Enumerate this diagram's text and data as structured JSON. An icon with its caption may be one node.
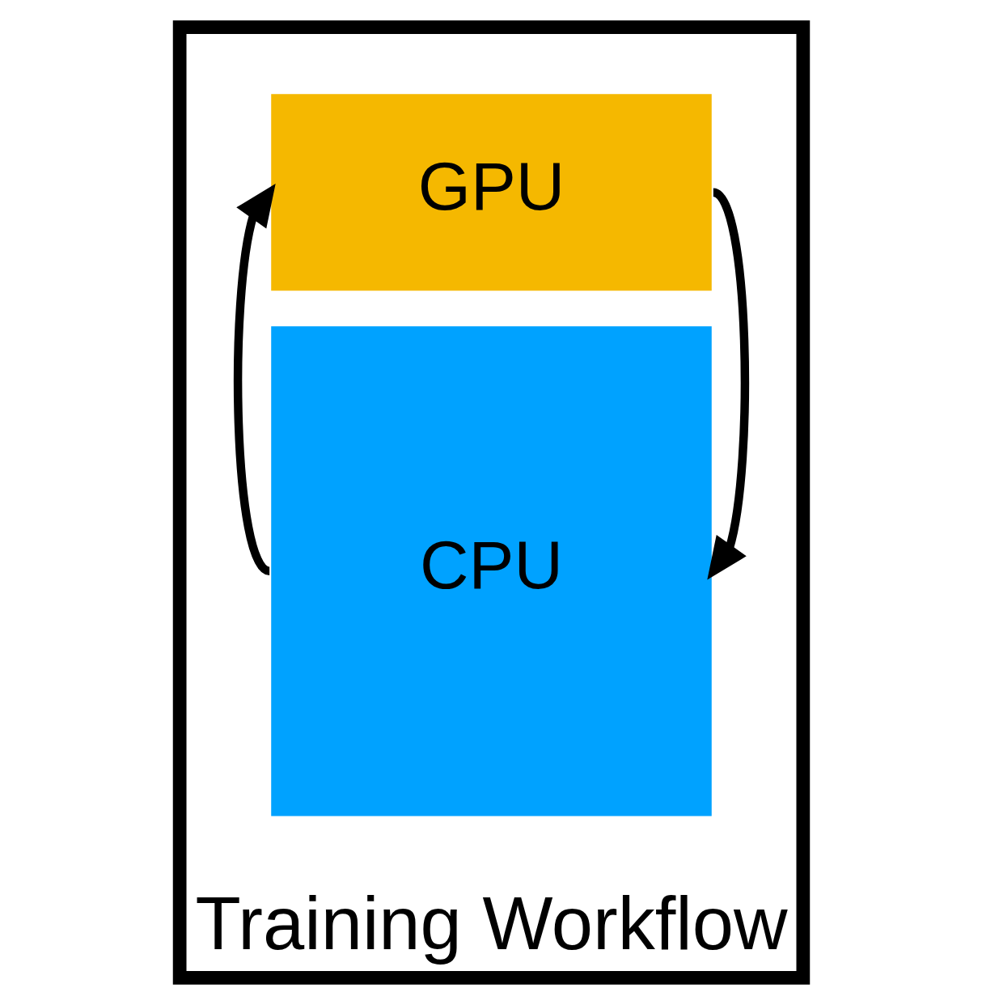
{
  "diagram": {
    "nodes": [
      {
        "text": [
          "Training Workflow"
        ]
      },
      {
        "text": [
          "GPU"
        ],
        "in": 0
      },
      {
        "text": [
          "CPU"
        ],
        "in": 0
      }
    ],
    "edges": [
      {
        "from": 2,
        "to": 1,
        "arrow": "to"
      },
      {
        "from": 1,
        "to": 2,
        "arrow": "to"
      }
    ]
  }
}
